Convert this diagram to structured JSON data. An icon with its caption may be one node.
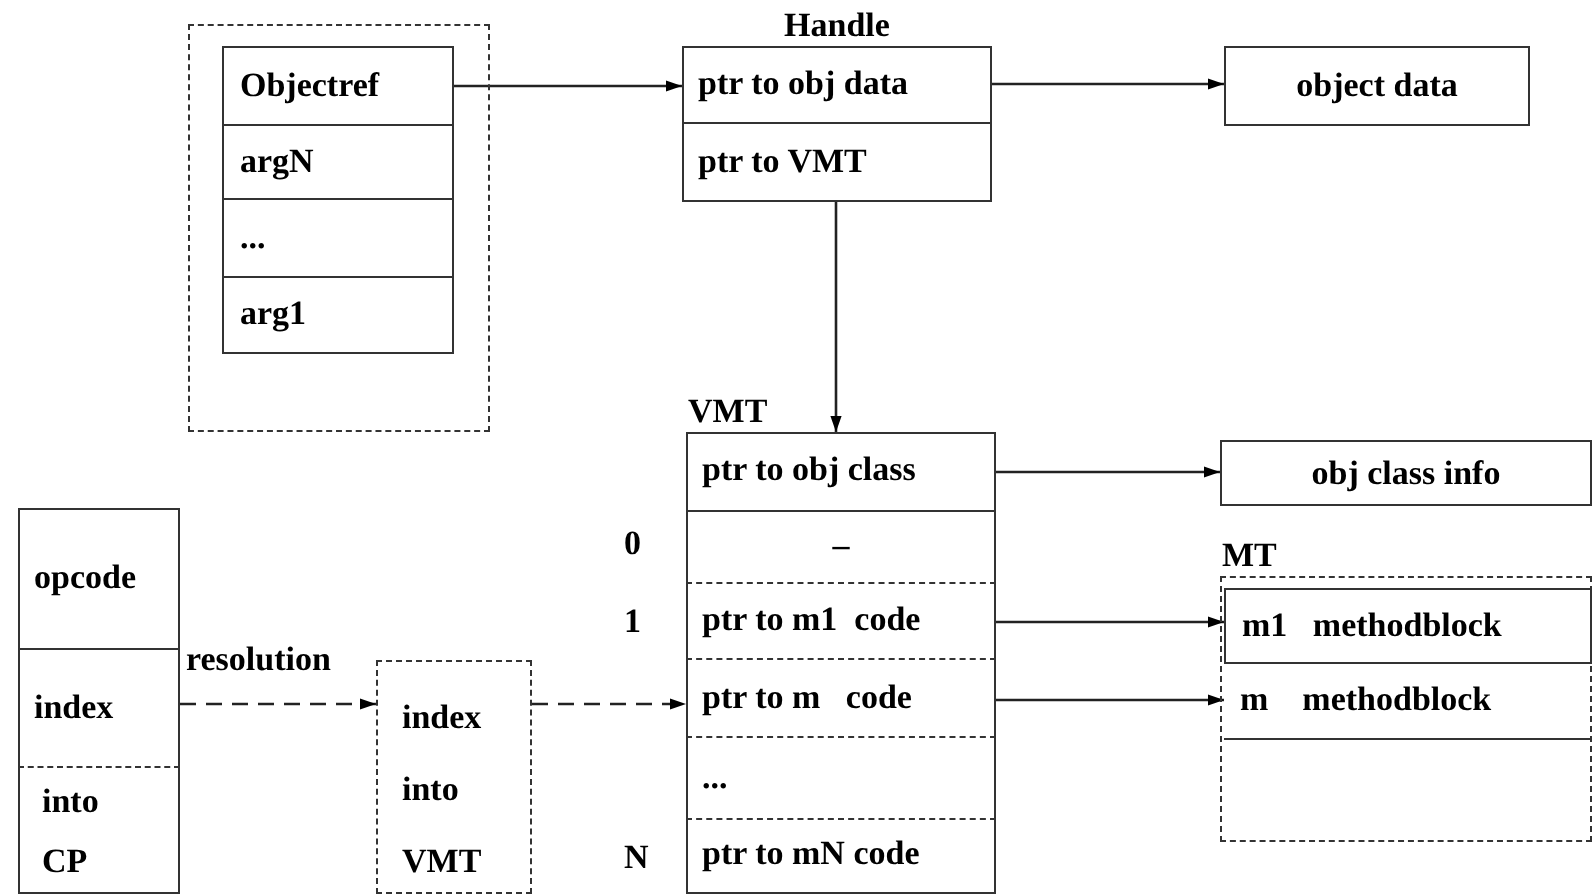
{
  "diagram": {
    "nodes": [
      {
        "text": [],
        "shape": "box"
      },
      {
        "text": [
          "Objectref"
        ],
        "in": 0
      },
      {
        "text": [
          "argN"
        ],
        "in": 0
      },
      {
        "text": [
          "..."
        ],
        "in": 0
      },
      {
        "text": [
          "arg1"
        ],
        "in": 0
      },
      {
        "text": [
          "Handle"
        ]
      },
      {
        "text": [
          "ptr to obj data"
        ],
        "in": 5
      },
      {
        "text": [
          "ptr to VMT"
        ],
        "in": 5
      },
      {
        "text": [
          "object data"
        ]
      },
      {
        "text": [
          "VMT"
        ]
      },
      {
        "text": [
          "ptr to obj class"
        ],
        "in": 9
      },
      {
        "text": [
          "–"
        ],
        "in": 9,
        "beside": [
          "0"
        ]
      },
      {
        "text": [
          "ptr to m1  code"
        ],
        "in": 9,
        "beside": [
          "1"
        ]
      },
      {
        "text": [
          "ptr to m   code"
        ],
        "in": 9
      },
      {
        "text": [
          "..."
        ],
        "in": 9
      },
      {
        "text": [
          "ptr to mN code"
        ],
        "in": 9,
        "beside": [
          "N"
        ]
      },
      {
        "text": [
          "obj class info"
        ]
      },
      {
        "text": [
          "MT"
        ]
      },
      {
        "text": [
          "m1   methodblock"
        ],
        "in": 17
      },
      {
        "text": [
          "m    methodblock"
        ],
        "in": 17
      },
      {
        "text": [],
        "shape": "box"
      },
      {
        "text": [
          "opcode"
        ],
        "in": 20
      },
      {
        "text": [
          "index"
        ],
        "in": 20
      },
      {
        "text": [
          "into CP"
        ],
        "in": 20
      },
      {
        "text": [
          "index into VMT"
        ]
      }
    ],
    "edges": [
      {
        "from": 1,
        "to": 6,
        "arrow": "to"
      },
      {
        "from": 6,
        "to": 8,
        "arrow": "to"
      },
      {
        "from": 7,
        "to": 9,
        "arrow": "to"
      },
      {
        "from": 10,
        "to": 16,
        "arrow": "to"
      },
      {
        "from": 12,
        "to": 18,
        "arrow": "to"
      },
      {
        "from": 13,
        "to": 19,
        "arrow": "to"
      },
      {
        "from": 22,
        "to": 24,
        "arrow": "to",
        "label": "resolution",
        "style": "dashed"
      },
      {
        "from": 24,
        "to": 13,
        "arrow": "to",
        "style": "dashed"
      }
    ]
  }
}
